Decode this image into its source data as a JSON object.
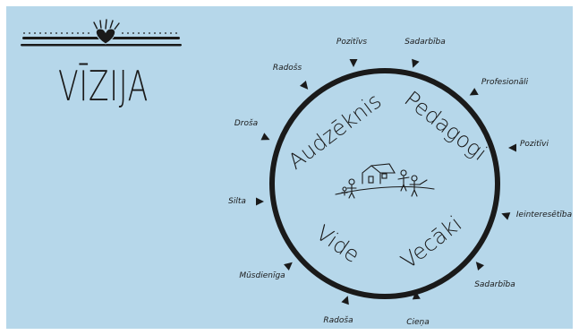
{
  "title": "VĪZIJA",
  "colors": {
    "background": "#b6d7ea",
    "ink": "#1a1a1a"
  },
  "segments": [
    "Audzēknis",
    "Pedagogi",
    "Vide",
    "Vecāki"
  ],
  "values": [
    "Pozitīvs",
    "Sadarbība",
    "Profesionāli",
    "Pozitīvi",
    "Ieinteresētība",
    "Sadarbība",
    "Cieņa",
    "Radoša",
    "Mūsdienīga",
    "Silta",
    "Droša",
    "Radošs"
  ],
  "center_icon": "family-house-icon",
  "ornament_icon": "heart-sun-icon"
}
